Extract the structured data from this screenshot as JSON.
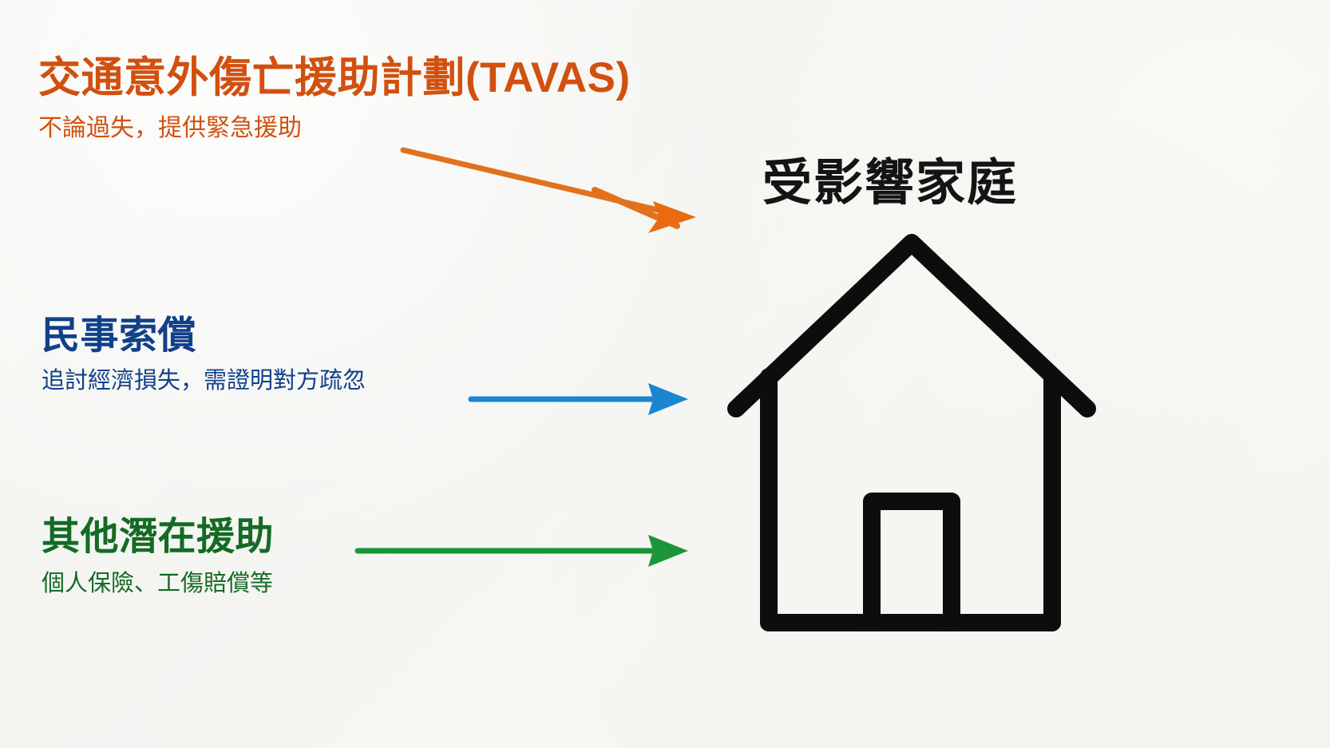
{
  "page": {
    "background_color": "#f5f6f2",
    "title_text": "交通意外傷亡援助計劃(TAVAS)"
  },
  "blocks": [
    {
      "id": "tavas",
      "heading": "交通意外傷亡援助計劃(TAVAS)",
      "subtext": "不論過失，提供緊急援助",
      "color": "#d2500f",
      "arrow": "double-diagonal-arrow"
    },
    {
      "id": "civil",
      "heading": "民事索償",
      "subtext": "追討經濟損失，需證明對方疏忽",
      "color": "#11408a",
      "arrow": "straight-arrow"
    },
    {
      "id": "other",
      "heading": "其他潛在援助",
      "subtext": "個人保險、工傷賠償等",
      "color": "#146b25",
      "arrow": "straight-arrow"
    }
  ],
  "target": {
    "heading": "受影響家庭",
    "icon": "house-outline-icon",
    "icon_color": "#0d0d0d"
  },
  "icons": {
    "orange_arrow": "arrow-right-icon",
    "blue_arrow": "arrow-right-icon",
    "green_arrow": "arrow-right-icon",
    "house": "house-icon"
  }
}
